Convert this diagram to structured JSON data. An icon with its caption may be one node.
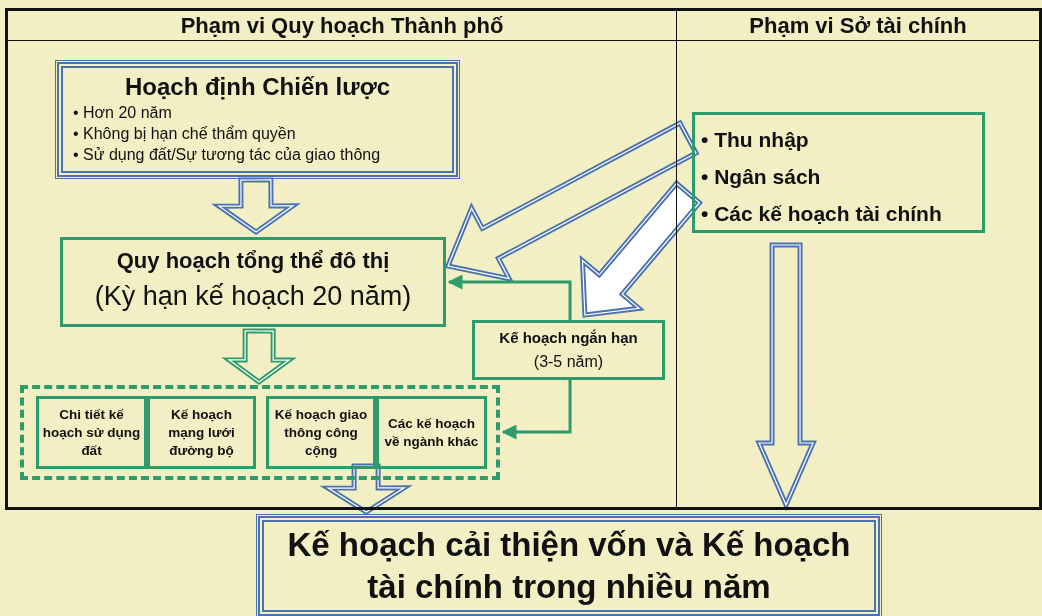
{
  "diagram": {
    "nodes": [
      {
        "text": [
          "Phạm vi Quy hoạch Thành phố"
        ]
      },
      {
        "text": [
          "Phạm vi Sở tài chính"
        ]
      },
      {
        "text": [
          "Hoạch định Chiến lược",
          "• Hơn 20 năm",
          "• Không bị hạn chế thẩm quyền",
          "• Sử dụng đất/Sự tương tác của giao thông"
        ],
        "in": 0
      },
      {
        "text": [
          "Quy hoạch tổng thể đô thị",
          "(Kỳ hạn kế hoạch 20 năm)"
        ],
        "in": 0
      },
      {
        "text": [
          "Kế hoạch ngắn hạn",
          "(3-5 năm)"
        ],
        "in": 0
      },
      {
        "text": [],
        "shape": "box",
        "in": 0
      },
      {
        "text": [
          "Chi tiết kế hoạch sử dụng đất"
        ],
        "in": 5
      },
      {
        "text": [
          "Kế hoạch mạng lưới đường bộ"
        ],
        "in": 5
      },
      {
        "text": [
          "Kế hoạch giao thông công cộng"
        ],
        "in": 5
      },
      {
        "text": [
          "Các kế hoạch về ngành khác"
        ],
        "in": 5
      },
      {
        "text": [
          "• Thu nhập",
          "• Ngân sách",
          "• Các kế hoạch tài chính"
        ],
        "in": 1
      },
      {
        "text": [
          "Kế hoạch cải thiện vốn và Kế hoạch tài chính trong nhiều năm"
        ]
      }
    ],
    "edges": [
      {
        "from": 2,
        "to": 3,
        "arrow": "to",
        "style": "thick",
        "color": "#4a72b0"
      },
      {
        "from": 10,
        "to": 3,
        "arrow": "to",
        "style": "thick",
        "color": "#4a72b0"
      },
      {
        "from": 10,
        "to": 4,
        "arrow": "to",
        "style": "thick",
        "color": "#4a72b0"
      },
      {
        "from": 3,
        "to": 5,
        "arrow": "to",
        "style": "thick"
      },
      {
        "from": 5,
        "to": 11,
        "arrow": "to",
        "style": "thick",
        "color": "#4a72b0"
      },
      {
        "from": 10,
        "to": 11,
        "arrow": "to",
        "style": "thick",
        "color": "#4a72b0"
      },
      {
        "from": 4,
        "to": 3,
        "arrow": "to"
      },
      {
        "from": 4,
        "to": 5,
        "arrow": "to"
      }
    ]
  }
}
